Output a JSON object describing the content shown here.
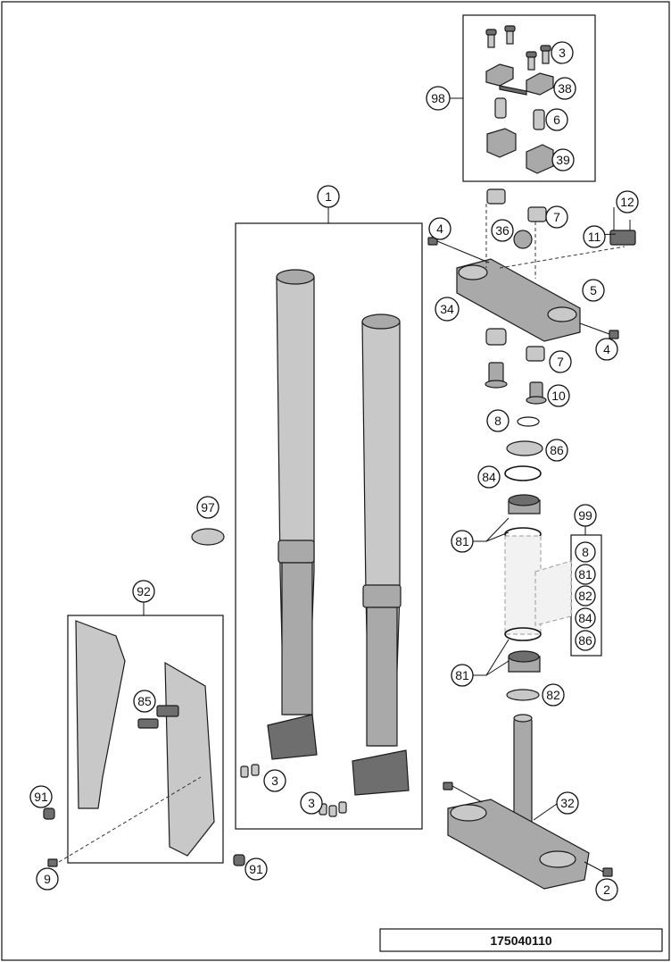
{
  "drawing_number": "175040110",
  "callouts": {
    "c1": "1",
    "c2": "2",
    "c3a": "3",
    "c3b": "3",
    "c3c": "3",
    "c4a": "4",
    "c4b": "4",
    "c5": "5",
    "c6": "6",
    "c7a": "7",
    "c7b": "7",
    "c8a": "8",
    "c8b": "8",
    "c9": "9",
    "c10": "10",
    "c11": "11",
    "c12": "12",
    "c32": "32",
    "c34": "34",
    "c36": "36",
    "c38": "38",
    "c39": "39",
    "c81a": "81",
    "c81b": "81",
    "c81c": "81",
    "c82a": "82",
    "c82b": "82",
    "c84a": "84",
    "c84b": "84",
    "c85": "85",
    "c86a": "86",
    "c86b": "86",
    "c91a": "91",
    "c91b": "91",
    "c92": "92",
    "c97": "97",
    "c98": "98",
    "c99": "99"
  }
}
